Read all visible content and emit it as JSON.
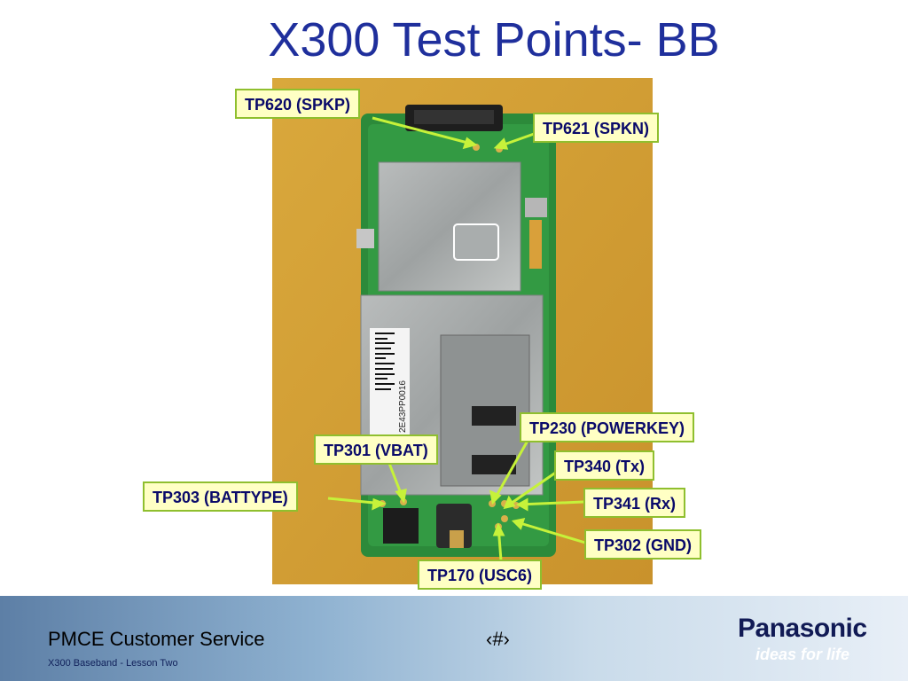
{
  "slide": {
    "title": "X300 Test Points- BB"
  },
  "callouts": [
    {
      "id": "tp620",
      "text": "TP620 (SPKP)"
    },
    {
      "id": "tp621",
      "text": "TP621 (SPKN)"
    },
    {
      "id": "tp230",
      "text": "TP230 (POWERKEY)"
    },
    {
      "id": "tp301",
      "text": "TP301 (VBAT)"
    },
    {
      "id": "tp340",
      "text": "TP340 (Tx)"
    },
    {
      "id": "tp303",
      "text": "TP303 (BATTYPE)"
    },
    {
      "id": "tp341",
      "text": "TP341 (Rx)"
    },
    {
      "id": "tp302",
      "text": "TP302 (GND)"
    },
    {
      "id": "tp170",
      "text": "TP170 (USC6)"
    }
  ],
  "photo": {
    "barcode_text": "2E43PP0016"
  },
  "footer": {
    "title": "PMCE  Customer Service",
    "subtitle": "X300 Baseband  - Lesson Two",
    "page_number": "‹#›",
    "brand": "Panasonic",
    "tagline": "ideas for life"
  },
  "colors": {
    "title": "#1f2f9c",
    "label_fill": "#ffffc4",
    "label_border": "#8fbf2e",
    "arrow": "#c6f23a",
    "board_green": "#2f8f3a",
    "background_table": "#d8a63a"
  }
}
